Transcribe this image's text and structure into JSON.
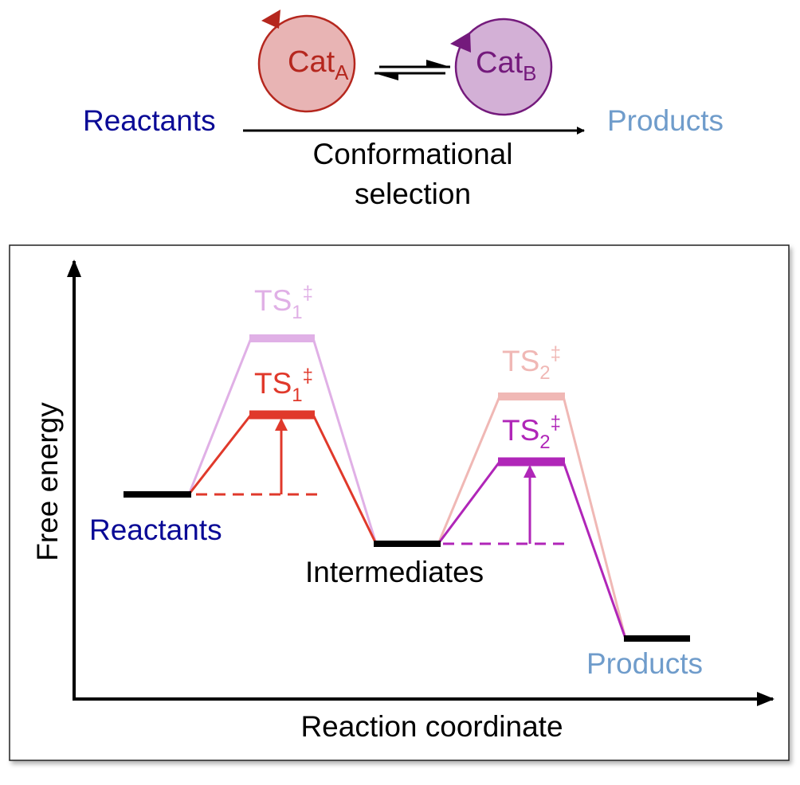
{
  "scheme": {
    "reactants": "Reactants",
    "products": "Products",
    "cat_a": {
      "base": "Cat",
      "sub": "A"
    },
    "cat_b": {
      "base": "Cat",
      "sub": "B"
    },
    "arrow_label_line1": "Conformational",
    "arrow_label_line2": "selection"
  },
  "diagram": {
    "y_axis_label": "Free energy",
    "x_axis_label": "Reaction coordinate",
    "levels": {
      "reactants": "Reactants",
      "intermediates": "Intermediates",
      "products": "Products"
    },
    "ts1_light": {
      "base": "TS",
      "sub": "1",
      "sup": "‡"
    },
    "ts1_dark": {
      "base": "TS",
      "sub": "1",
      "sup": "‡"
    },
    "ts2_light": {
      "base": "TS",
      "sub": "2",
      "sup": "‡"
    },
    "ts2_dark": {
      "base": "TS",
      "sub": "2",
      "sup": "‡"
    }
  },
  "colors": {
    "reactants": "#0a0a96",
    "products": "#6f9ccb",
    "cat_a_fill": "#e8b4b4",
    "cat_a_stroke": "#b5271e",
    "cat_b_fill": "#d3b0d6",
    "cat_b_stroke": "#741a7c",
    "red": "#e0392b",
    "purple": "#b026b8",
    "light_purple": "#e0b0e6",
    "light_red": "#f0b8b5"
  }
}
